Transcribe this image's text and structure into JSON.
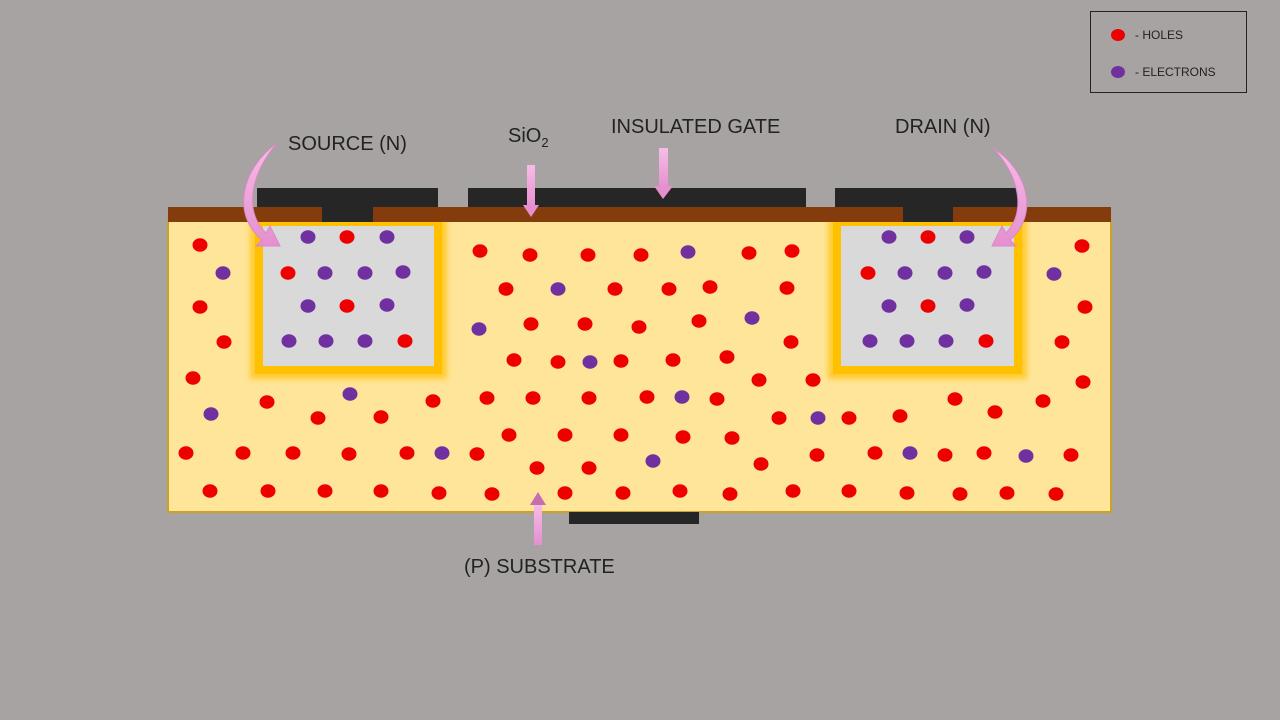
{
  "labels": {
    "source": "SOURCE (N)",
    "sio2_main": "SiO",
    "sio2_sub": "2",
    "insulated_gate": "INSULATED GATE",
    "drain": "DRAIN (N)",
    "substrate": "(P) SUBSTRATE"
  },
  "legend": {
    "holes": "- HOLES",
    "electrons": "- ELECTRONS"
  },
  "colors": {
    "background": "#a7a3a2",
    "substrate_fill": "#ffe59a",
    "substrate_border": "#c9a227",
    "oxide": "#843c0c",
    "metal": "#262626",
    "n_region_fill": "#d9d9d9",
    "n_region_border": "#ffc000",
    "hole": "#ee0000",
    "electron": "#7030a0",
    "arrow": "#f4a6e0"
  },
  "icons": [
    "curved-arrow-icon",
    "down-arrow-icon",
    "up-arrow-icon"
  ]
}
